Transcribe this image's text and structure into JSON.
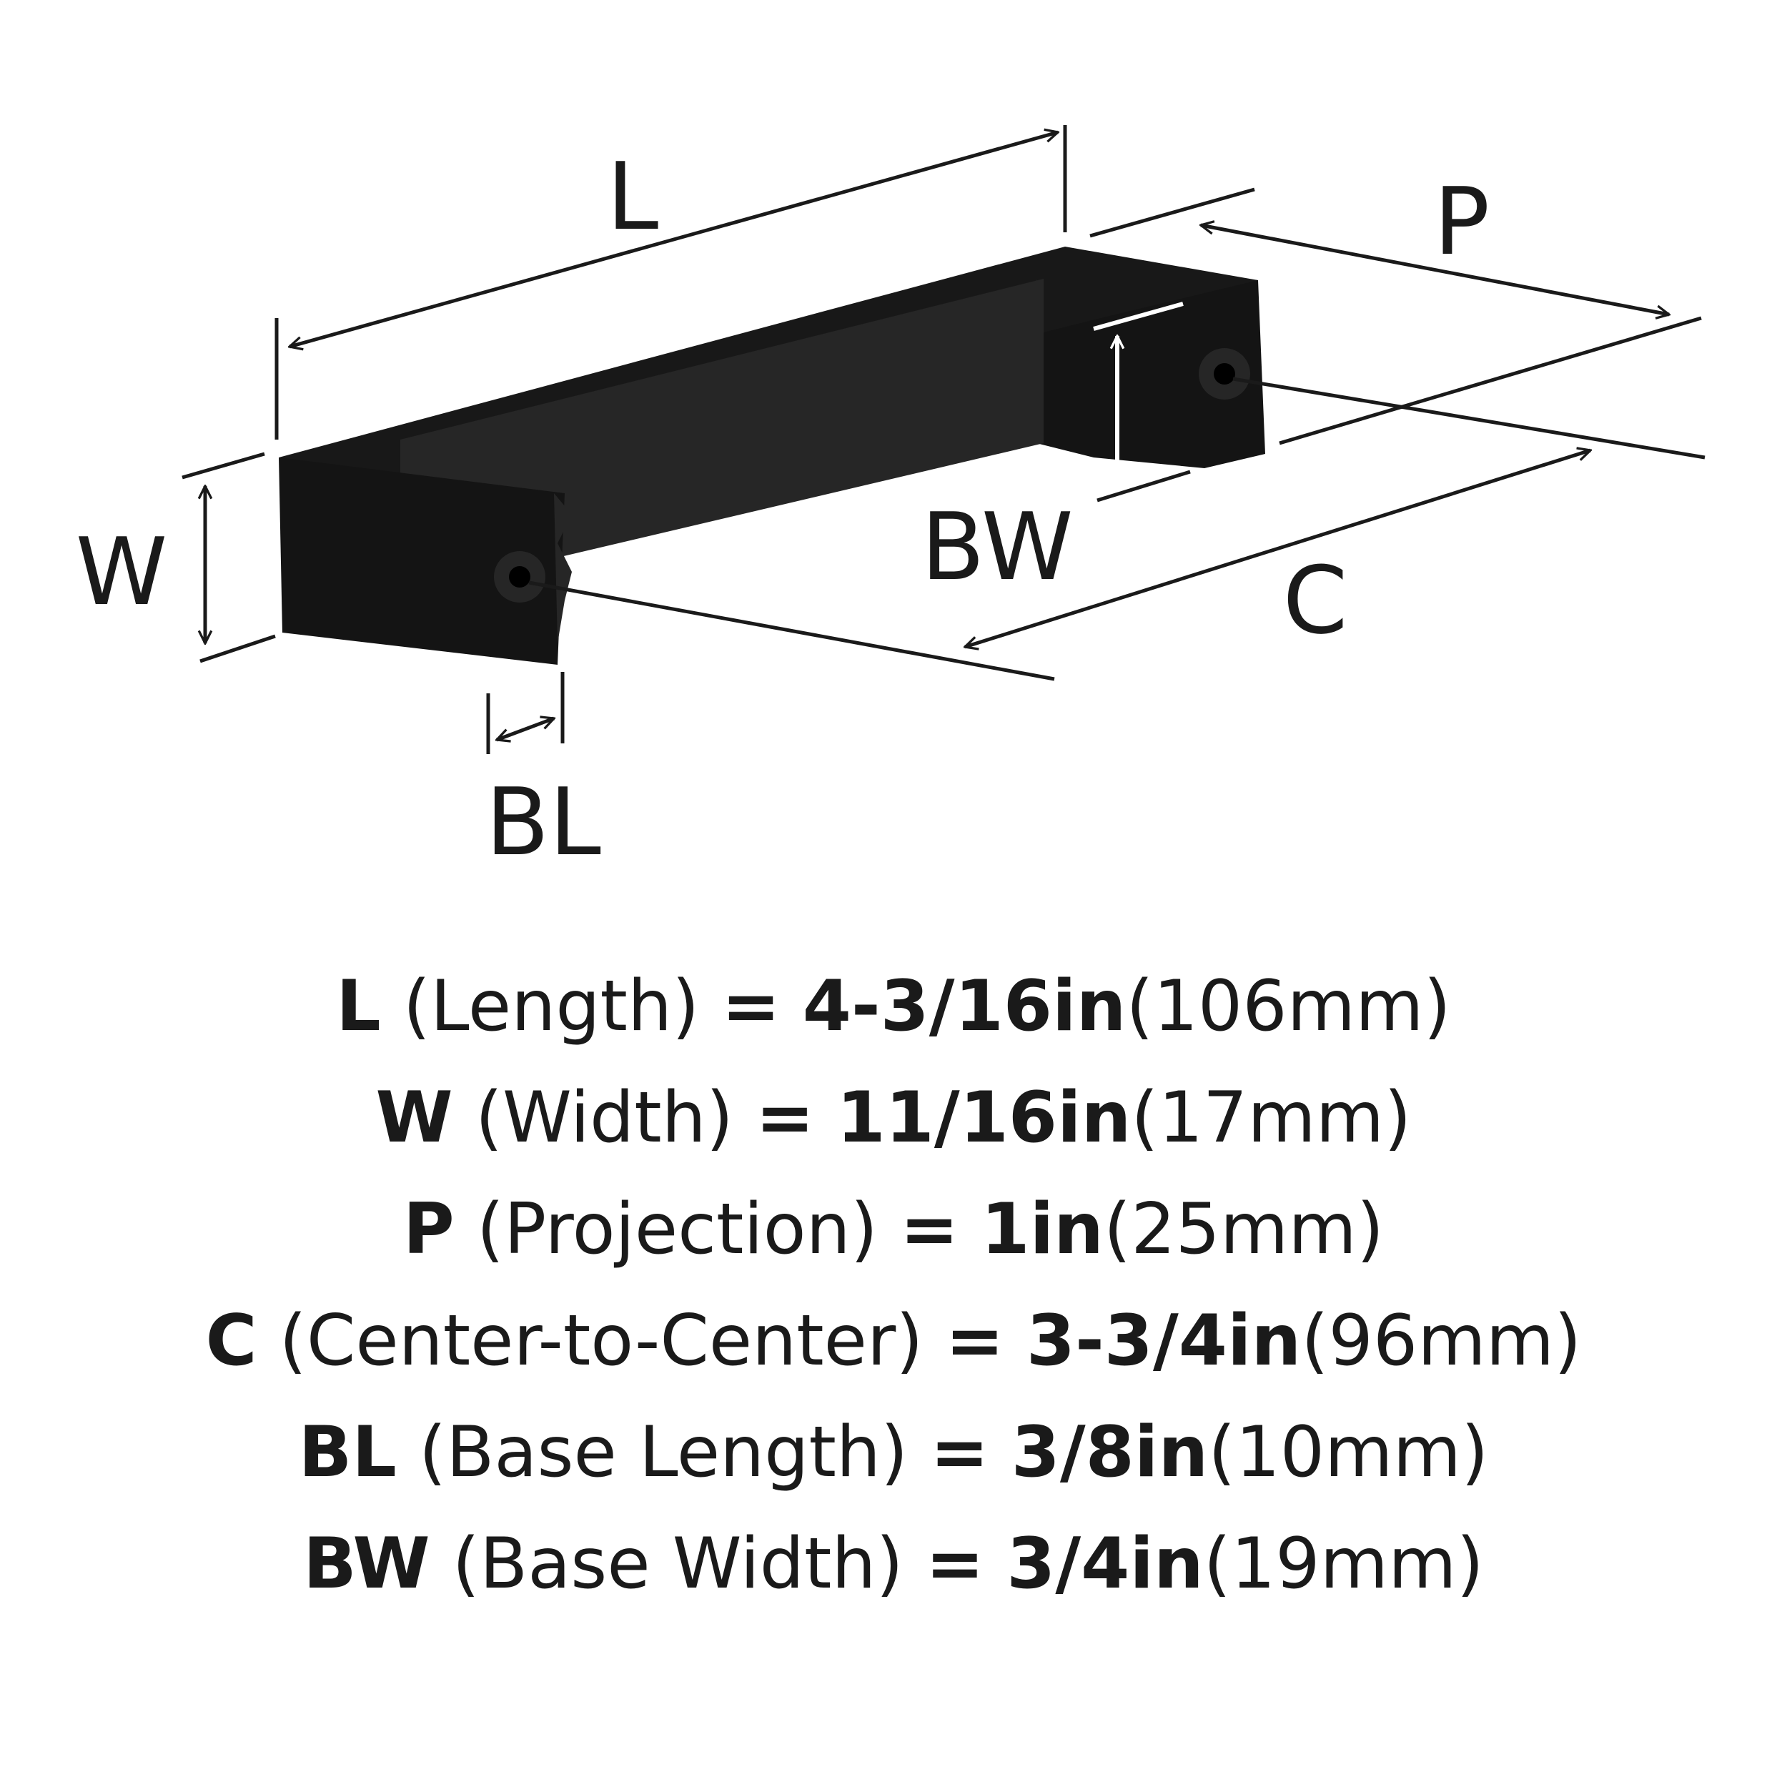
{
  "labels": {
    "L": "L",
    "P": "P",
    "W": "W",
    "BW": "BW",
    "C": "C",
    "BL": "BL"
  },
  "specs": [
    {
      "code": "L",
      "name": "(Length)",
      "eq": "=",
      "value": "4-3/16in",
      "metric": "(106mm)"
    },
    {
      "code": "W",
      "name": "(Width)",
      "eq": "=",
      "value": "11/16in",
      "metric": "(17mm)"
    },
    {
      "code": "P",
      "name": "(Projection)",
      "eq": "=",
      "value": "1in",
      "metric": "(25mm)"
    },
    {
      "code": "C",
      "name": "(Center-to-Center)",
      "eq": "=",
      "value": "3-3/4in",
      "metric": "(96mm)"
    },
    {
      "code": "BL",
      "name": "(Base Length)",
      "eq": "=",
      "value": "3/8in",
      "metric": "(10mm)"
    },
    {
      "code": "BW",
      "name": "(Base Width)",
      "eq": "=",
      "value": "3/4in",
      "metric": "(19mm)"
    }
  ],
  "colors": {
    "product": "#141414",
    "product_shade": "#262626",
    "lines": "#1a1a1a",
    "background": "#ffffff"
  }
}
